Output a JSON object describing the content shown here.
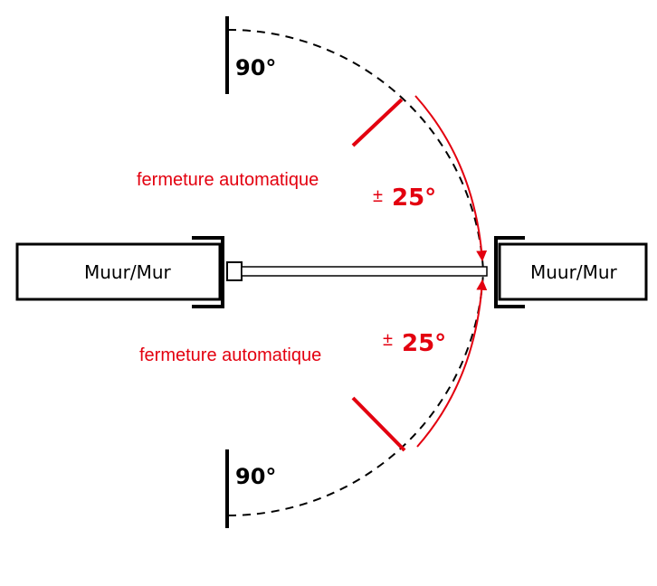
{
  "colors": {
    "accent_red": "#e3000f",
    "line_black": "#000000",
    "background": "#ffffff"
  },
  "labels": {
    "angle_top": "90°",
    "angle_bottom": "90°",
    "wall_left": "Muur/Mur",
    "wall_right": "Muur/Mur",
    "auto_close_top": "fermeture automatique",
    "auto_close_bottom": "fermeture automatique",
    "tolerance_top": "25°",
    "tolerance_bottom": "25°",
    "plus_minus_top": "±",
    "plus_minus_bottom": "±"
  }
}
